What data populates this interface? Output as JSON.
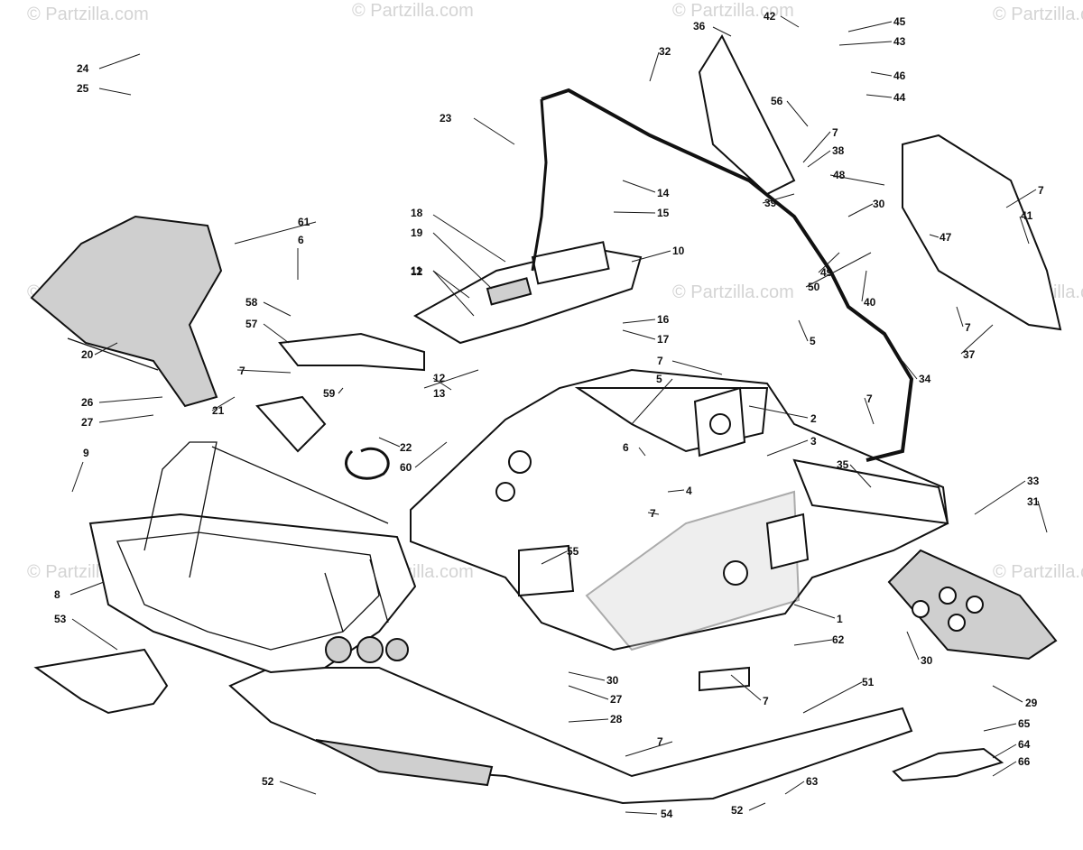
{
  "watermark": "© Partzilla.com",
  "callouts": [
    "1",
    "2",
    "3",
    "4",
    "5",
    "5",
    "6",
    "6",
    "7",
    "7",
    "7",
    "7",
    "7",
    "7",
    "7",
    "7",
    "7",
    "8",
    "9",
    "10",
    "11",
    "12",
    "12",
    "13",
    "14",
    "15",
    "16",
    "17",
    "18",
    "19",
    "20",
    "21",
    "22",
    "23",
    "24",
    "25",
    "26",
    "27",
    "27",
    "28",
    "29",
    "30",
    "30",
    "30",
    "31",
    "32",
    "33",
    "34",
    "35",
    "36",
    "37",
    "38",
    "39",
    "40",
    "41",
    "42",
    "43",
    "44",
    "45",
    "46",
    "47",
    "48",
    "49",
    "50",
    "51",
    "52",
    "52",
    "53",
    "54",
    "55",
    "56",
    "57",
    "58",
    "59",
    "60",
    "61",
    "62",
    "63",
    "64",
    "65",
    "66"
  ]
}
